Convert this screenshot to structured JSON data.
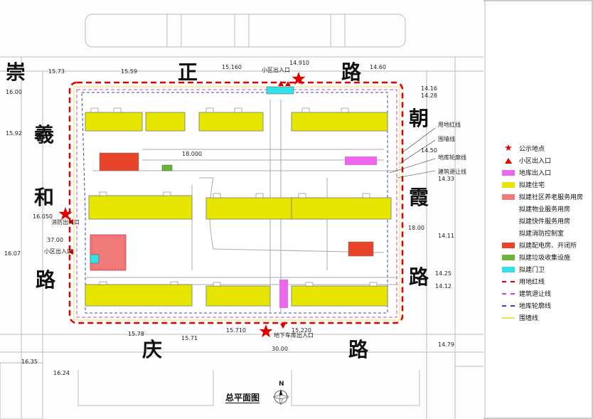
{
  "title": "总平面图",
  "roads": {
    "north": [
      "正",
      "路"
    ],
    "north_left": "崇",
    "west": [
      "羲",
      "和",
      "路"
    ],
    "east": [
      "朝",
      "霞",
      "路"
    ],
    "south": [
      "庆",
      "路"
    ]
  },
  "side_labels": {
    "red_line": "用地红线",
    "fence": "围墙线",
    "basement": "地库轮廓线",
    "setback": "建筑退让线"
  },
  "gates": {
    "north_gate": "小区出入口",
    "west_gate_1": "消防出入口",
    "west_gate_2": "小区出入口",
    "south_gate": "地下车库出入口"
  },
  "elevations": [
    "15.73",
    "15.59",
    "15.160",
    "14.910",
    "14.60",
    "16.00",
    "15.92",
    "16.050",
    "16.07",
    "15.78",
    "15.71",
    "15.710",
    "15.220",
    "14.16",
    "14.28",
    "14.50",
    "14.33",
    "14.11",
    "14.25",
    "14.12",
    "14.79",
    "16.35",
    "16.24",
    "18.000",
    "18.00",
    "37.00",
    "30.00"
  ],
  "legend": [
    {
      "type": "star",
      "color": "#e00000",
      "label": "公示地点"
    },
    {
      "type": "triangle",
      "color": "#e00000",
      "label": "小区出入口"
    },
    {
      "type": "swatch",
      "color": "#ee66ee",
      "label": "地库出入口"
    },
    {
      "type": "swatch",
      "color": "#e6e600",
      "label": "拟建住宅"
    },
    {
      "type": "swatch",
      "color": "#f07a7a",
      "label": "拟建社区养老服务用房"
    },
    {
      "type": "none",
      "color": "",
      "label": "拟建物业服务用房"
    },
    {
      "type": "none",
      "color": "",
      "label": "拟建快件服务用房"
    },
    {
      "type": "none",
      "color": "",
      "label": "拟建消防控制室"
    },
    {
      "type": "swatch",
      "color": "#e8442a",
      "label": "拟建配电房、开闭所"
    },
    {
      "type": "swatch",
      "color": "#6cb33a",
      "label": "拟建垃圾收集设施"
    },
    {
      "type": "swatch",
      "color": "#33e0e8",
      "label": "拟建门卫"
    },
    {
      "type": "dash",
      "color": "#e00000",
      "label": "用地红线"
    },
    {
      "type": "dash",
      "color": "#cc44cc",
      "label": "建筑退让线"
    },
    {
      "type": "dash",
      "color": "#3344cc",
      "label": "地库轮廓线"
    },
    {
      "type": "solid",
      "color": "#e8e05a",
      "label": "围墙线"
    }
  ],
  "compass_label": "N"
}
